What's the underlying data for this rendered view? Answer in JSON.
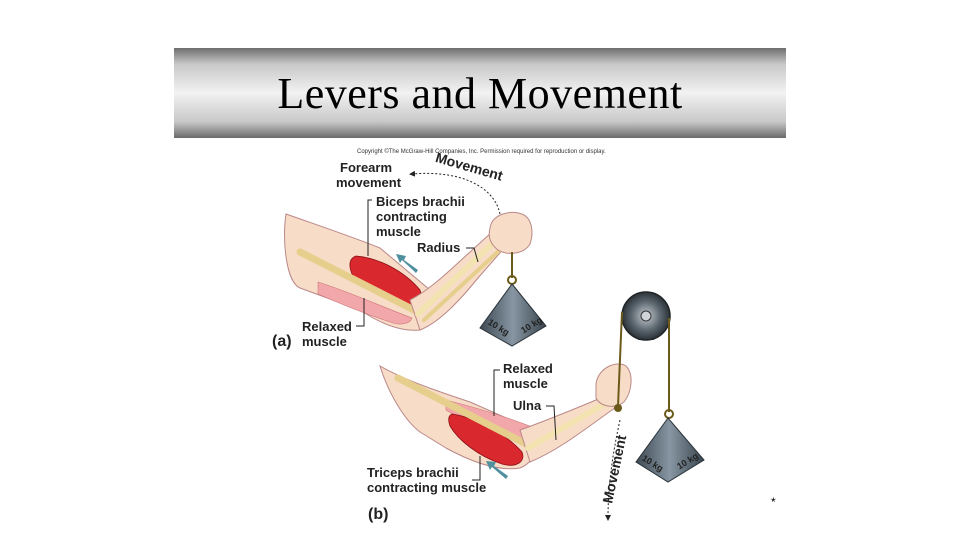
{
  "slide": {
    "title": "Levers and Movement",
    "copyright": "Copyright ©The McGraw-Hill Companies, Inc. Permission required for reproduction or display.",
    "footer_mark": "*"
  },
  "figure": {
    "panel_a": {
      "tag": "(a)",
      "forearm_movement": [
        "Forearm",
        "movement"
      ],
      "movement_arrow": "Movement",
      "biceps": [
        "Biceps brachii",
        "contracting",
        "muscle"
      ],
      "radius": "Radius",
      "relaxed": [
        "Relaxed",
        "muscle"
      ],
      "weight": "10 kg"
    },
    "panel_b": {
      "tag": "(b)",
      "relaxed": [
        "Relaxed",
        "muscle"
      ],
      "ulna": "Ulna",
      "triceps": [
        "Triceps brachii",
        "contracting muscle"
      ],
      "movement_arrow": "Movement",
      "weight": "10 kg"
    },
    "colors": {
      "muscle": "#d9282e",
      "muscle_light": "#f2a7aa",
      "skin": "#f7dcc8",
      "bone": "#f3e3b0",
      "arrow_teal": "#4f8fa0",
      "weight": "#5b6a76",
      "rope": "#6b5a1a"
    }
  }
}
